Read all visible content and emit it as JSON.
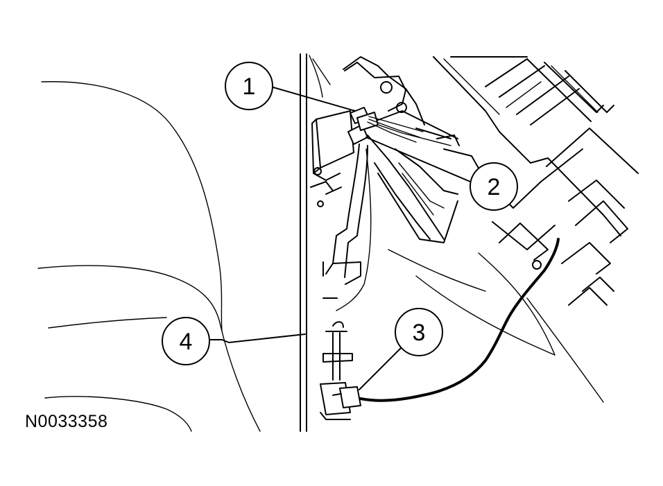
{
  "figure_id": "N0033358",
  "callouts": [
    {
      "number": "1"
    },
    {
      "number": "2"
    },
    {
      "number": "3"
    },
    {
      "number": "4"
    }
  ]
}
